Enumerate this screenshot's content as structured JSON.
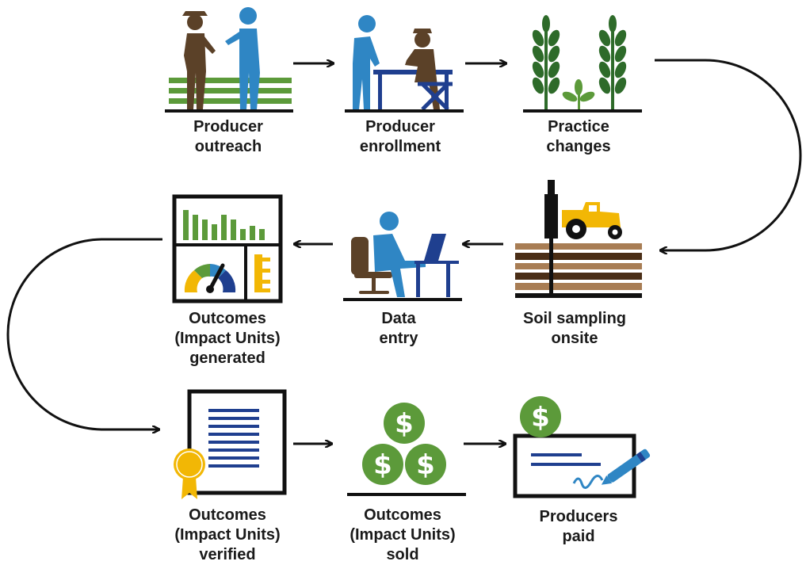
{
  "steps": [
    {
      "id": "producer-outreach",
      "lines": [
        "Producer",
        "outreach"
      ]
    },
    {
      "id": "producer-enrollment",
      "lines": [
        "Producer",
        "enrollment"
      ]
    },
    {
      "id": "practice-changes",
      "lines": [
        "Practice",
        "changes"
      ]
    },
    {
      "id": "soil-sampling",
      "lines": [
        "Soil sampling",
        "onsite"
      ]
    },
    {
      "id": "data-entry",
      "lines": [
        "Data",
        "entry"
      ]
    },
    {
      "id": "outcomes-generated",
      "lines": [
        "Outcomes",
        "(Impact Units)",
        "generated"
      ]
    },
    {
      "id": "outcomes-verified",
      "lines": [
        "Outcomes",
        "(Impact Units)",
        "verified"
      ]
    },
    {
      "id": "outcomes-sold",
      "lines": [
        "Outcomes",
        "(Impact Units)",
        "sold"
      ]
    },
    {
      "id": "producers-paid",
      "lines": [
        "Producers",
        "paid"
      ]
    }
  ],
  "currency_symbol": "$",
  "colors": {
    "brown": "#5b4128",
    "blue": "#2f86c4",
    "navy": "#1f3f8f",
    "green": "#5c9a3a",
    "dark_green": "#2e6b2a",
    "yellow": "#f2b705",
    "soil_dark": "#4a2e16",
    "soil_light": "#a87d54",
    "black": "#111111"
  }
}
